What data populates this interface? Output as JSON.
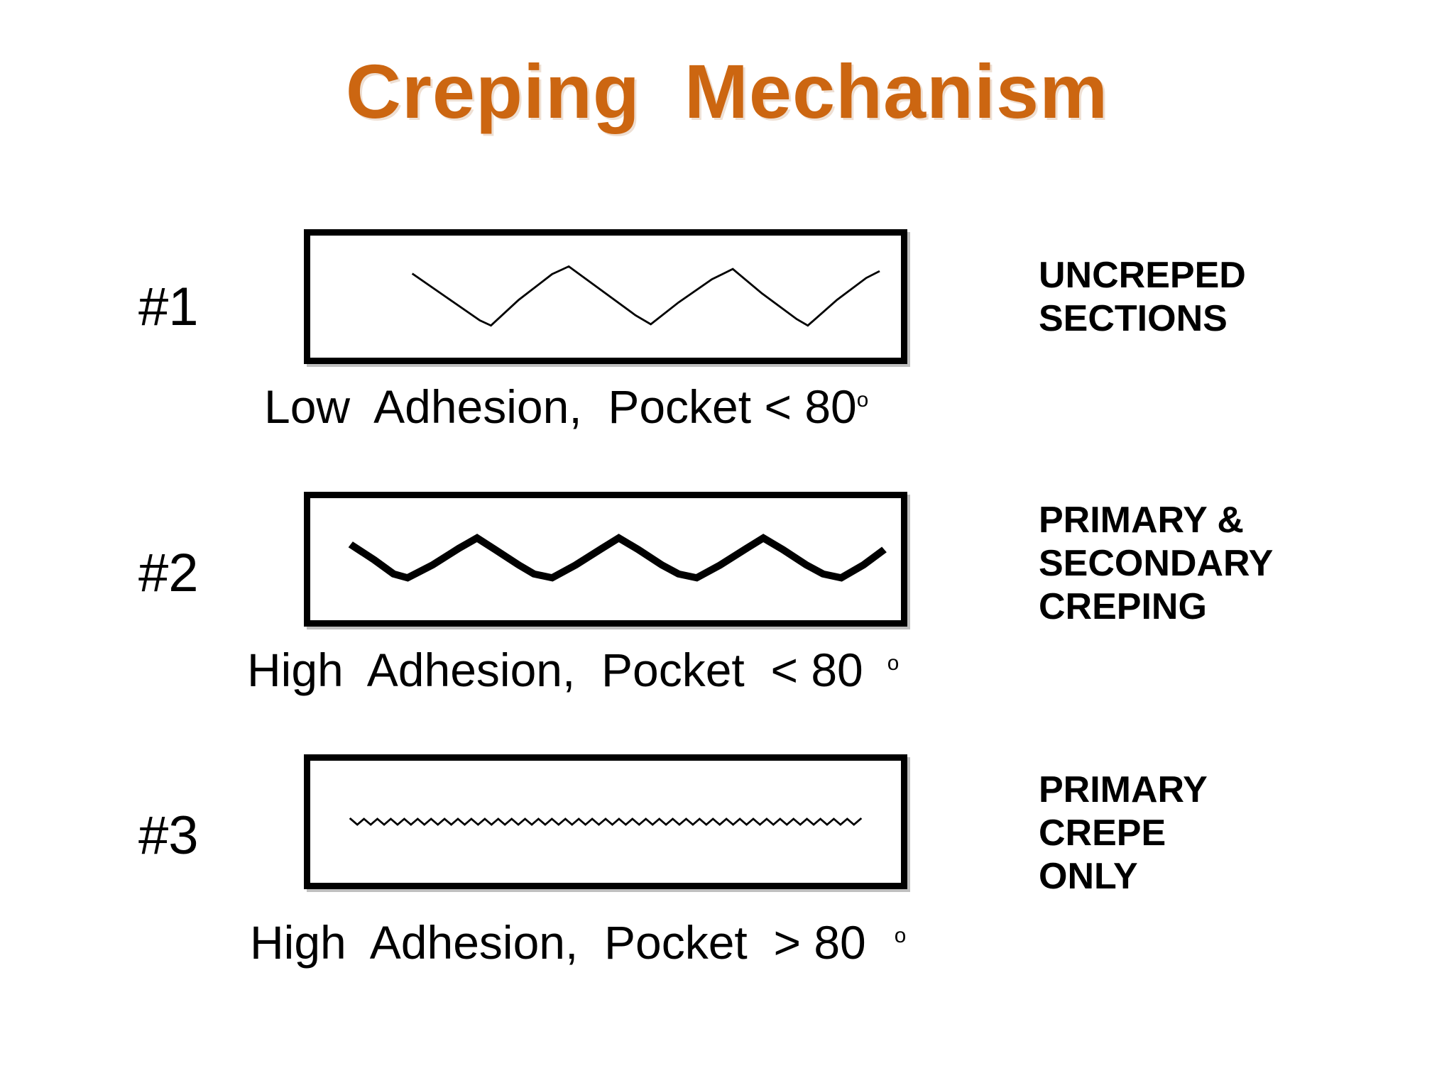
{
  "slide": {
    "title": "Creping  Mechanism",
    "title_color": "#CC6611",
    "background_color": "#FFFFFF",
    "text_color": "#000000"
  },
  "rows": [
    {
      "index_label": "#1",
      "caption_text": "Low  Adhesion,  Pocket < 80",
      "caption_degree": "o",
      "side_note": "UNCREPED\nSECTIONS",
      "waveform": {
        "name": "coarse-sparse-zigzag",
        "stroke_width": 3,
        "amplitude": 40,
        "cycles": 4.5,
        "description": "thin low-frequency large-amplitude triangle wave"
      }
    },
    {
      "index_label": "#2",
      "caption_text": "High  Adhesion,  Pocket  < 80",
      "caption_degree": "o",
      "side_note": "PRIMARY  &\nSECONDARY\nCREPING",
      "waveform": {
        "name": "thick-medium-zigzag",
        "stroke_width": 11,
        "amplitude": 34,
        "cycles": 5.5,
        "description": "thick medium-frequency zigzag wave"
      }
    },
    {
      "index_label": "#3",
      "caption_text": "High  Adhesion,  Pocket  > 80",
      "caption_degree": "o",
      "side_note": "PRIMARY\nCREPE\nONLY",
      "waveform": {
        "name": "fine-dense-zigzag",
        "stroke_width": 3,
        "amplitude": 9,
        "cycles": 38,
        "description": "very fine high-frequency low-amplitude zigzag"
      }
    }
  ]
}
